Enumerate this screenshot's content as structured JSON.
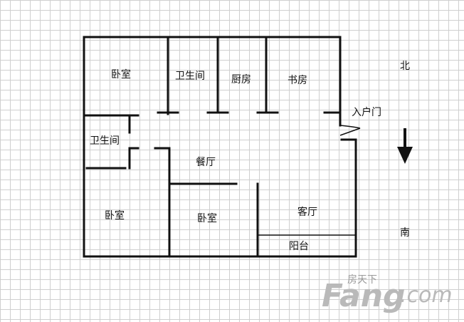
{
  "rooms": {
    "bedroom_top_left": "卧室",
    "bathroom_top": "卫生间",
    "kitchen": "厨房",
    "study": "书房",
    "entry_door": "入户门",
    "bathroom_left": "卫生间",
    "dining": "餐厅",
    "bedroom_bottom_left": "卧室",
    "bedroom_middle": "卧室",
    "living": "客厅",
    "balcony": "阳台"
  },
  "compass": {
    "north": "北",
    "south": "南"
  },
  "watermark": {
    "logo_text": "Fang",
    "sub_text": "房天下",
    "domain": ".com"
  }
}
